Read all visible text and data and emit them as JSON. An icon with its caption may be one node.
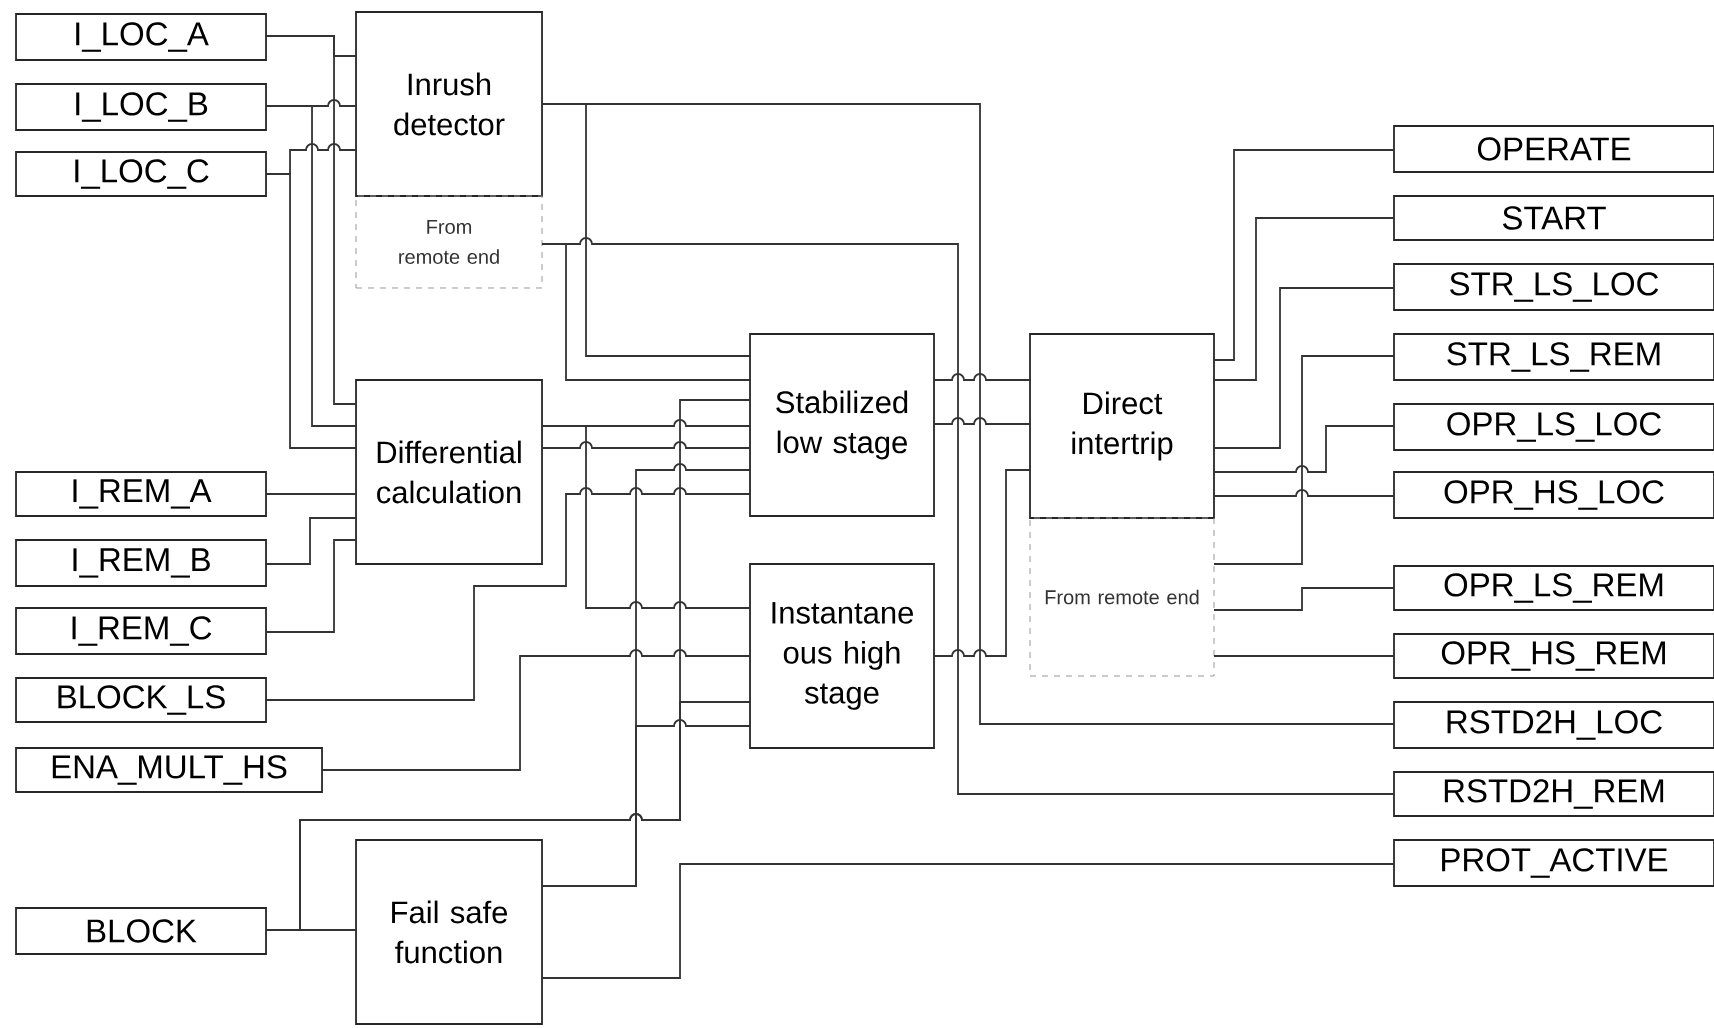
{
  "diagram": {
    "nodes": [
      {
        "text": [
          "I_LOC_A"
        ]
      },
      {
        "text": [
          "I_LOC_B"
        ]
      },
      {
        "text": [
          "I_LOC_C"
        ]
      },
      {
        "text": [
          "Inrush detector"
        ]
      },
      {
        "text": [
          "From remote end"
        ]
      },
      {
        "text": [
          "Differential calculation"
        ]
      },
      {
        "text": [
          "I_REM_A"
        ]
      },
      {
        "text": [
          "I_REM_B"
        ]
      },
      {
        "text": [
          "I_REM_C"
        ]
      },
      {
        "text": [
          "BLOCK_LS"
        ]
      },
      {
        "text": [
          "ENA_MULT_HS"
        ]
      },
      {
        "text": [
          "BLOCK"
        ]
      },
      {
        "text": [
          "Fail safe function"
        ]
      },
      {
        "text": [
          "Stabilized low stage"
        ]
      },
      {
        "text": [
          "Instantane ous high stage"
        ]
      },
      {
        "text": [
          "Direct intertrip"
        ]
      },
      {
        "text": [
          "From remote end"
        ]
      },
      {
        "text": [
          "OPERATE"
        ]
      },
      {
        "text": [
          "START"
        ]
      },
      {
        "text": [
          "STR_LS_LOC"
        ]
      },
      {
        "text": [
          "STR_LS_REM"
        ]
      },
      {
        "text": [
          "OPR_LS_LOC"
        ]
      },
      {
        "text": [
          "OPR_HS_LOC"
        ]
      },
      {
        "text": [
          "OPR_LS_REM"
        ]
      },
      {
        "text": [
          "OPR_HS_REM"
        ]
      },
      {
        "text": [
          "RSTD2H_LOC"
        ]
      },
      {
        "text": [
          "RSTD2H_REM"
        ]
      },
      {
        "text": [
          "PROT_ACTIVE"
        ]
      }
    ],
    "edges": [
      {
        "from": 0,
        "to": 3,
        "arrow": "none"
      },
      {
        "from": 0,
        "to": 5,
        "arrow": "none"
      },
      {
        "from": 1,
        "to": 3,
        "arrow": "none"
      },
      {
        "from": 1,
        "to": 5,
        "arrow": "none"
      },
      {
        "from": 2,
        "to": 3,
        "arrow": "none"
      },
      {
        "from": 2,
        "to": 5,
        "arrow": "none"
      },
      {
        "from": 6,
        "to": 5,
        "arrow": "none"
      },
      {
        "from": 7,
        "to": 5,
        "arrow": "none"
      },
      {
        "from": 8,
        "to": 5,
        "arrow": "none"
      },
      {
        "from": 9,
        "to": 13,
        "arrow": "none"
      },
      {
        "from": 10,
        "to": 14,
        "arrow": "none"
      },
      {
        "from": 11,
        "to": 12,
        "arrow": "none"
      },
      {
        "from": 11,
        "to": 13,
        "arrow": "none"
      },
      {
        "from": 11,
        "to": 14,
        "arrow": "none"
      },
      {
        "from": 12,
        "to": 13,
        "arrow": "none"
      },
      {
        "from": 12,
        "to": 14,
        "arrow": "none"
      },
      {
        "from": 12,
        "to": 27,
        "arrow": "none"
      },
      {
        "from": 3,
        "to": 13,
        "arrow": "none"
      },
      {
        "from": 3,
        "to": 25,
        "arrow": "none"
      },
      {
        "from": 4,
        "to": 13,
        "arrow": "none"
      },
      {
        "from": 4,
        "to": 26,
        "arrow": "none"
      },
      {
        "from": 5,
        "to": 13,
        "arrow": "none"
      },
      {
        "from": 5,
        "to": 14,
        "arrow": "none"
      },
      {
        "from": 5,
        "to": 13,
        "arrow": "none"
      },
      {
        "from": 13,
        "to": 15,
        "arrow": "none"
      },
      {
        "from": 13,
        "to": 15,
        "arrow": "none"
      },
      {
        "from": 14,
        "to": 15,
        "arrow": "none"
      },
      {
        "from": 15,
        "to": 17,
        "arrow": "none"
      },
      {
        "from": 15,
        "to": 18,
        "arrow": "none"
      },
      {
        "from": 15,
        "to": 19,
        "arrow": "none"
      },
      {
        "from": 15,
        "to": 21,
        "arrow": "none"
      },
      {
        "from": 15,
        "to": 22,
        "arrow": "none"
      },
      {
        "from": 16,
        "to": 20,
        "arrow": "none"
      },
      {
        "from": 16,
        "to": 23,
        "arrow": "none"
      },
      {
        "from": 16,
        "to": 24,
        "arrow": "none"
      }
    ]
  }
}
